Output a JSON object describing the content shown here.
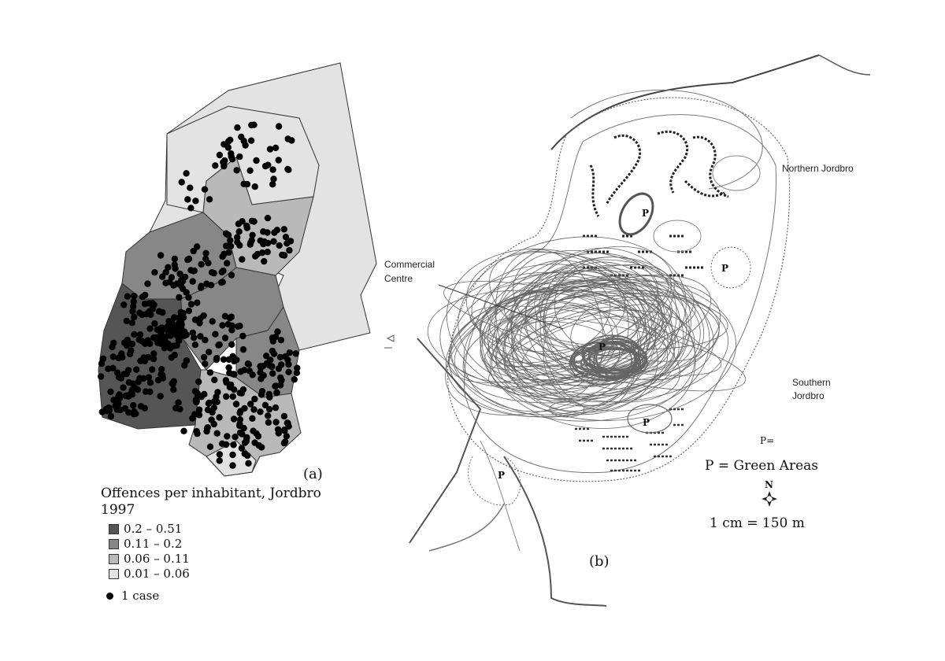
{
  "panel_a": {
    "label": "(a)",
    "legend": {
      "title": "Offences per inhabitant, Jordbro 1997",
      "classes": [
        {
          "range": "0.2 – 0.51",
          "color": "#555555"
        },
        {
          "range": "0.11 – 0.2",
          "color": "#878787"
        },
        {
          "range": "0.06 – 0.11",
          "color": "#b9b9b9"
        },
        {
          "range": "0.01 – 0.06",
          "color": "#e3e3e3"
        }
      ],
      "point_key": "1 case"
    }
  },
  "panel_b": {
    "label": "(b)",
    "labels": {
      "commercial": "Commercial Centre",
      "northern": "Northern Jordbro",
      "southern": "Southern Jordbro"
    },
    "green_marker": "P",
    "p_key": "P=",
    "green_areas": "P = Green Areas",
    "north": "N",
    "scale": "1 cm = 150 m"
  }
}
